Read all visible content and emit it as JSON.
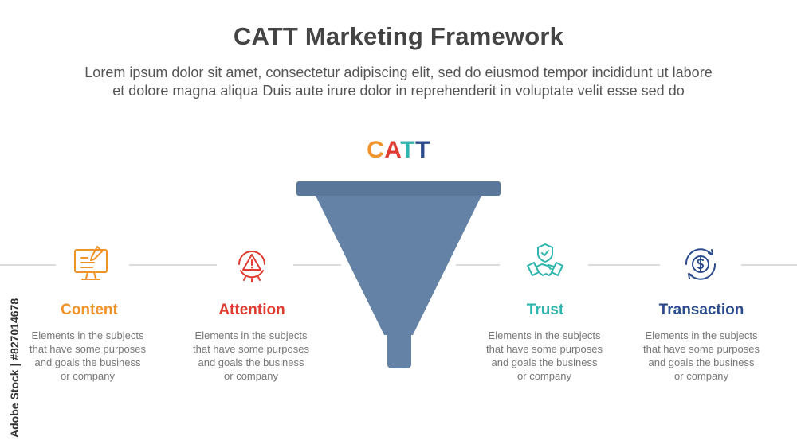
{
  "header": {
    "title": "CATT Marketing Framework",
    "subtitle_line1": "Lorem ipsum dolor sit amet, consectetur adipiscing elit, sed do eiusmod tempor incididunt ut labore",
    "subtitle_line2": "et dolore magna aliqua Duis aute irure dolor in reprehenderit in voluptate velit esse sed do"
  },
  "logo": {
    "letters": [
      {
        "char": "C",
        "color": "#F0932B"
      },
      {
        "char": "A",
        "color": "#E03C31"
      },
      {
        "char": "T",
        "color": "#2FB5AE"
      },
      {
        "char": "T",
        "color": "#2B4B8C"
      }
    ]
  },
  "funnel": {
    "color": "#6482A5",
    "rim_color": "#5A7799"
  },
  "steps": [
    {
      "label": "Content",
      "color": "#F0932B",
      "icon": "computer-monitor-icon",
      "desc_lines": [
        "Elements in the subjects",
        "that have some purposes",
        "and goals the  business",
        "or company"
      ]
    },
    {
      "label": "Attention",
      "color": "#E03C31",
      "icon": "warning-alert-icon",
      "desc_lines": [
        "Elements in the subjects",
        "that have some purposes",
        "and goals the  business",
        "or company"
      ]
    },
    {
      "label": "Trust",
      "color": "#2FB5AE",
      "icon": "handshake-shield-icon",
      "desc_lines": [
        "Elements in the subjects",
        "that have some purposes",
        "and goals the  business",
        "or company"
      ]
    },
    {
      "label": "Transaction",
      "color": "#2B4B8C",
      "icon": "dollar-coin-cycle-icon",
      "desc_lines": [
        "Elements in the subjects",
        "that have some purposes",
        "and goals the  business",
        "or company"
      ]
    }
  ],
  "watermark": {
    "side_text": "Adobe Stock | #827014678"
  }
}
